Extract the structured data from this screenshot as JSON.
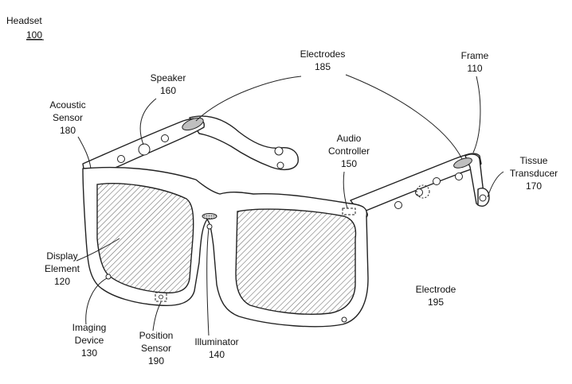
{
  "headset": {
    "title": "Headset",
    "number": "100"
  },
  "labels": {
    "electrodes": {
      "name": "Electrodes",
      "number": "185"
    },
    "frame": {
      "name": "Frame",
      "number": "110"
    },
    "speaker": {
      "name": "Speaker",
      "number": "160"
    },
    "acoustic_sensor": {
      "line1": "Acoustic",
      "line2": "Sensor",
      "number": "180"
    },
    "audio_controller": {
      "line1": "Audio",
      "line2": "Controller",
      "number": "150"
    },
    "tissue_transducer": {
      "line1": "Tissue",
      "line2": "Transducer",
      "number": "170"
    },
    "display_element": {
      "line1": "Display",
      "line2": "Element",
      "number": "120"
    },
    "electrode": {
      "name": "Electrode",
      "number": "195"
    },
    "imaging_device": {
      "line1": "Imaging",
      "line2": "Device",
      "number": "130"
    },
    "position_sensor": {
      "line1": "Position",
      "line2": "Sensor",
      "number": "190"
    },
    "illuminator": {
      "name": "Illuminator",
      "number": "140"
    }
  }
}
